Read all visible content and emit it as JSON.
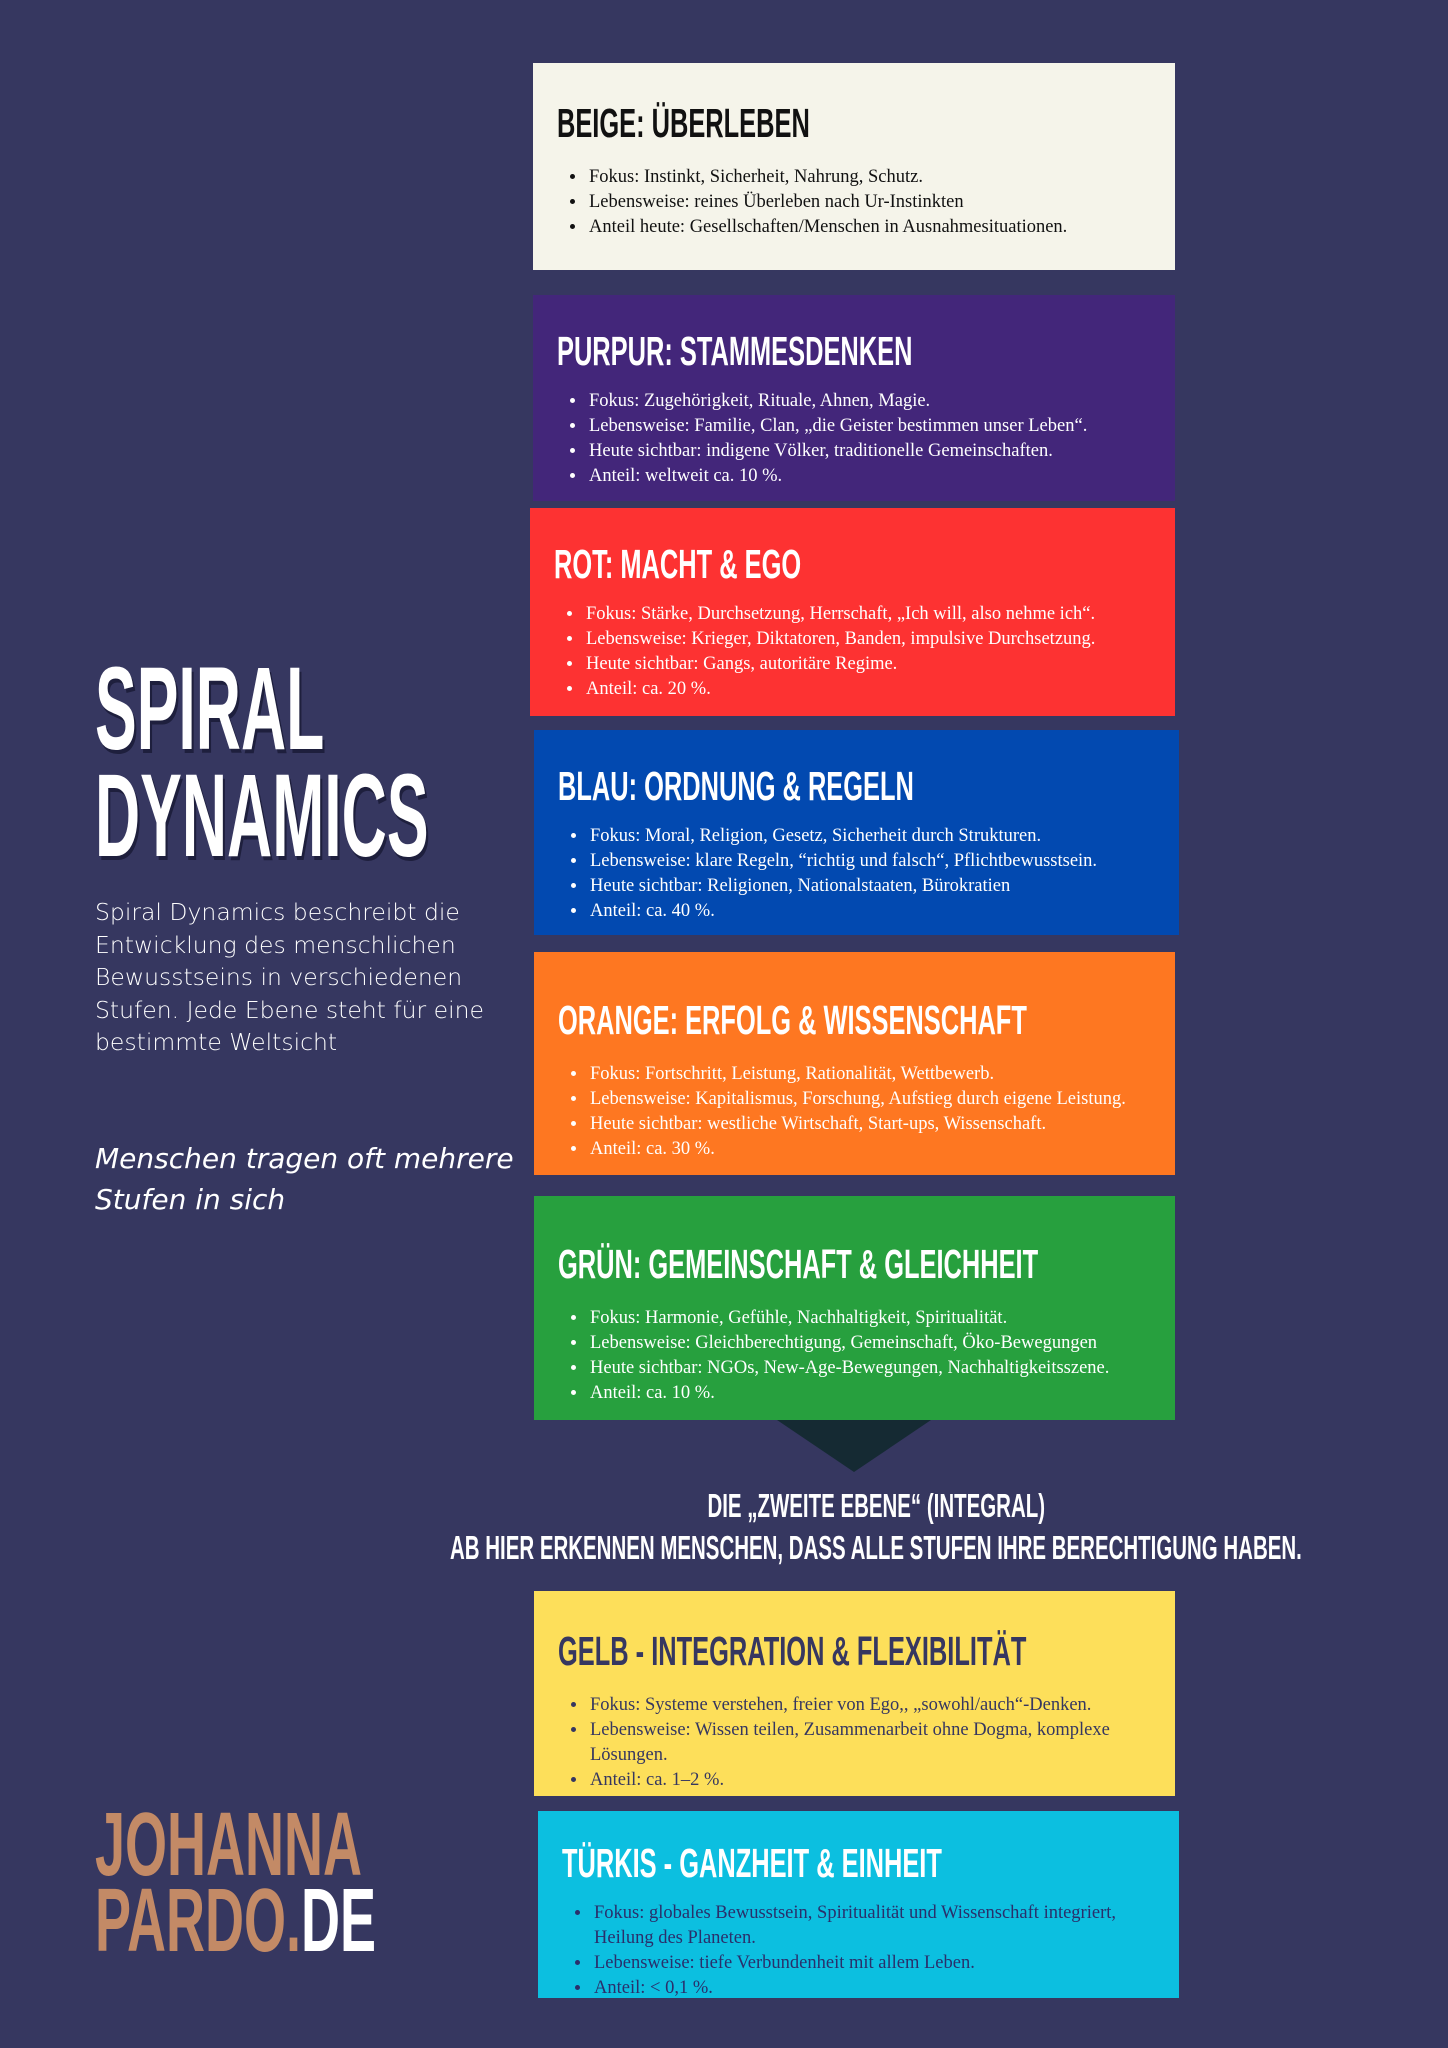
{
  "left": {
    "title_line1": "SPIRAL",
    "title_line2": "DYNAMICS",
    "intro": "Spiral Dynamics beschreibt die Entwicklung des menschlichen Bewusstseins in verschiedenen Stufen. Jede Ebene steht für eine bestimmte Weltsicht",
    "note": "Menschen tragen oft mehrere Stufen in sich",
    "logo_line1": "JOHANNA",
    "logo_line2a": "PARDO.",
    "logo_line2b": "DE"
  },
  "levels": [
    {
      "name": "beige",
      "title": "BEIGE: ÜBERLEBEN",
      "bg": "#f5f4ea",
      "fg": "#111111",
      "bullets": [
        "Fokus: Instinkt, Sicherheit, Nahrung, Schutz.",
        "Lebensweise: reines Überleben nach Ur-Instinkten",
        "Anteil heute: Gesellschaften/Menschen  in Ausnahmesituationen."
      ]
    },
    {
      "name": "purpur",
      "title": "PURPUR: STAMMESDENKEN",
      "bg": "#43267a",
      "fg": "#ffffff",
      "bullets": [
        "Fokus: Zugehörigkeit, Rituale, Ahnen, Magie.",
        "Lebensweise: Familie, Clan, „die Geister bestimmen unser Leben“.",
        "Heute sichtbar: indigene Völker, traditionelle Gemeinschaften.",
        "Anteil: weltweit ca. 10 %."
      ]
    },
    {
      "name": "rot",
      "title": "ROT: MACHT & EGO",
      "bg": "#fd3232",
      "fg": "#ffffff",
      "bullets": [
        "Fokus: Stärke, Durchsetzung, Herrschaft, „Ich will, also nehme ich“.",
        "Lebensweise: Krieger, Diktatoren, Banden, impulsive Durchsetzung.",
        "Heute sichtbar: Gangs, autoritäre Regime.",
        "Anteil: ca. 20 %."
      ]
    },
    {
      "name": "blau",
      "title": "BLAU: ORDNUNG & REGELN",
      "bg": "#0249b0",
      "fg": "#ffffff",
      "bullets": [
        "Fokus: Moral, Religion, Gesetz, Sicherheit durch Strukturen.",
        "Lebensweise: klare Regeln,  “richtig und falsch“, Pflichtbewusstsein.",
        "Heute sichtbar: Religionen, Nationalstaaten, Bürokratien",
        "Anteil: ca. 40 %."
      ]
    },
    {
      "name": "orange",
      "title": "ORANGE: ERFOLG & WISSENSCHAFT",
      "bg": "#fe7721",
      "fg": "#ffffff",
      "bullets": [
        "Fokus: Fortschritt, Leistung, Rationalität, Wettbewerb.",
        "Lebensweise: Kapitalismus, Forschung, Aufstieg durch eigene Leistung.",
        "Heute sichtbar: westliche Wirtschaft, Start-ups, Wissenschaft.",
        "Anteil: ca. 30 %."
      ]
    },
    {
      "name": "gruen",
      "title": "GRÜN: GEMEINSCHAFT & GLEICHHEIT",
      "bg": "#27a03e",
      "fg": "#ffffff",
      "bullets": [
        "Fokus: Harmonie, Gefühle, Nachhaltigkeit, Spiritualität.",
        "Lebensweise: Gleichberechtigung, Gemeinschaft, Öko-Bewegungen",
        "Heute sichtbar: NGOs, New-Age-Bewegungen, Nachhaltigkeitsszene.",
        "Anteil: ca. 10 %."
      ]
    },
    {
      "name": "gelb",
      "title": "GELB - INTEGRATION & FLEXIBILITÄT",
      "bg": "#fddf5a",
      "fg": "#363760",
      "bullets": [
        "Fokus: Systeme verstehen, freier von Ego,, „sowohl/auch“-Denken.",
        "Lebensweise: Wissen teilen, Zusammenarbeit ohne Dogma, komplexe Lösungen.",
        "Anteil: ca. 1–2 %."
      ]
    },
    {
      "name": "tuerkis",
      "title": "TÜRKIS - GANZHEIT & EINHEIT",
      "bg": "#0cbfe0",
      "fg": "#2a2f6b",
      "title_color": "#ffffff",
      "bullets": [
        "Fokus: globales Bewusstsein, Spiritualität und Wissenschaft integriert, Heilung des Planeten.",
        "Lebensweise: tiefe Verbundenheit mit allem Leben.",
        "Anteil: < 0,1 %."
      ]
    }
  ],
  "second_tier": {
    "line1": "DIE „ZWEITE EBENE“ (INTEGRAL)",
    "line2": "AB HIER ERKENNEN MENSCHEN, DASS ALLE STUFEN IHRE BERECHTIGUNG HABEN."
  }
}
